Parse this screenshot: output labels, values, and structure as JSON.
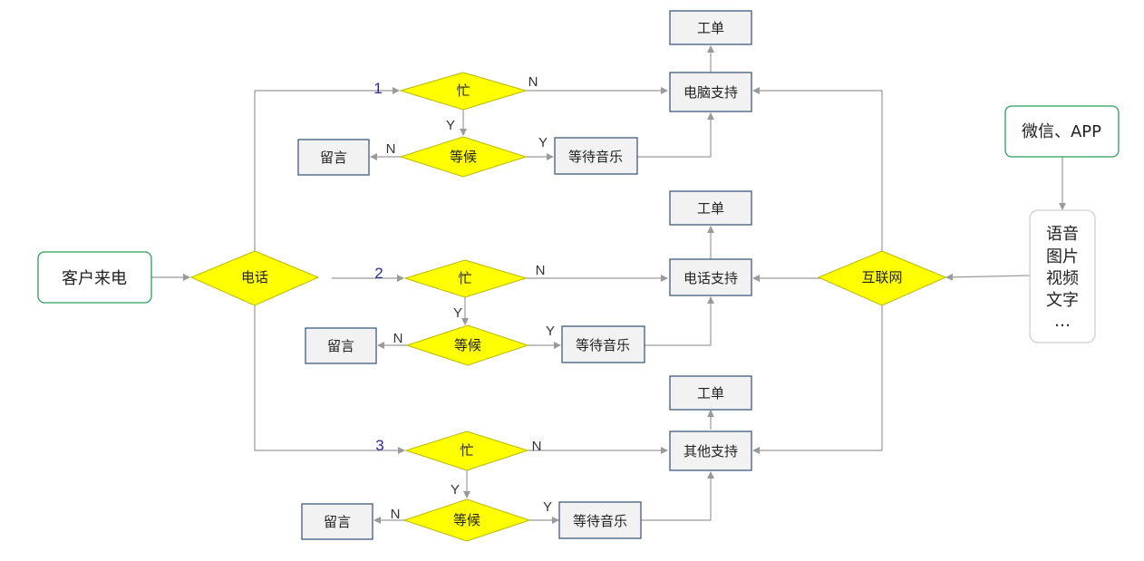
{
  "nodes": {
    "customer_call": "客户来电",
    "phone": "电话",
    "internet": "互联网",
    "wechat_app": "微信、APP",
    "media_list": [
      "语音",
      "图片",
      "视频",
      "文字",
      "…"
    ],
    "lanes": [
      {
        "number": "1",
        "busy": "忙",
        "wait": "等候",
        "message": "留言",
        "music": "等待音乐",
        "support": "电脑支持",
        "ticket": "工单"
      },
      {
        "number": "2",
        "busy": "忙",
        "wait": "等候",
        "message": "留言",
        "music": "等待音乐",
        "support": "电话支持",
        "ticket": "工单"
      },
      {
        "number": "3",
        "busy": "忙",
        "wait": "等候",
        "message": "留言",
        "music": "等待音乐",
        "support": "其他支持",
        "ticket": "工单"
      }
    ]
  },
  "edge_labels": {
    "yes": "Y",
    "no": "N"
  },
  "colors": {
    "decision_fill": "#ffff00",
    "box_fill": "#f2f2f2",
    "box_border": "#3d5a80",
    "start_border": "#2e9e5b",
    "edge": "#9a9a9a"
  }
}
